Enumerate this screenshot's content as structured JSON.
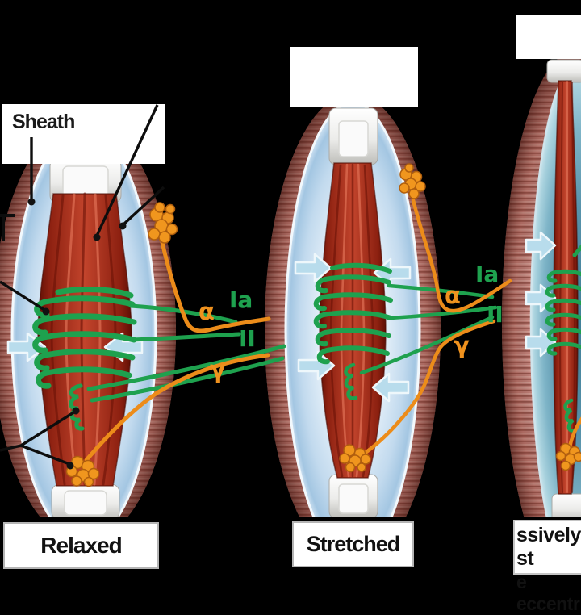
{
  "figure": {
    "background": "#000000",
    "sheath_label": "Sheath",
    "panels": [
      {
        "name": "relaxed",
        "caption": "Relaxed",
        "nerve_labels": {
          "alpha": "α",
          "ia": "Ia",
          "ii": "II",
          "gamma": "γ"
        }
      },
      {
        "name": "stretched",
        "caption": "Stretched",
        "nerve_labels": {
          "alpha": "α",
          "ia": "Ia",
          "ii": "II",
          "gamma": "γ"
        }
      },
      {
        "name": "excessively-stretched",
        "caption_line1": "ssively st",
        "caption_line2": "e eccentr"
      }
    ],
    "colors": {
      "muscle_pink": "#c5837b",
      "muscle_striation": "#9a584f",
      "capsule_blue": "#c2daee",
      "capsule_teal": "#5893ab",
      "intrafusal_red": "#c2442c",
      "sensory_green": "#1ea14e",
      "motor_orange": "#ec8c1a",
      "arrow_blue": "#b8dcec",
      "label_box": "#ffffff",
      "label_text": "#121212"
    }
  }
}
